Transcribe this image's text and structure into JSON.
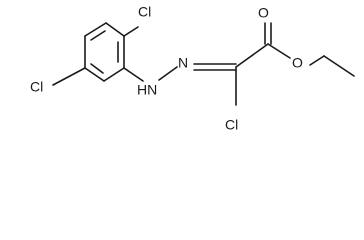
{
  "atoms": {
    "cl_top": "Cl",
    "cl_left": "Cl",
    "nh": "HN",
    "n_imine": "N",
    "o_carbonyl": "O",
    "o_ester": "O",
    "cl_bottom": "Cl"
  },
  "colors": {
    "line": "#1a1a1a",
    "background": "#ffffff"
  }
}
